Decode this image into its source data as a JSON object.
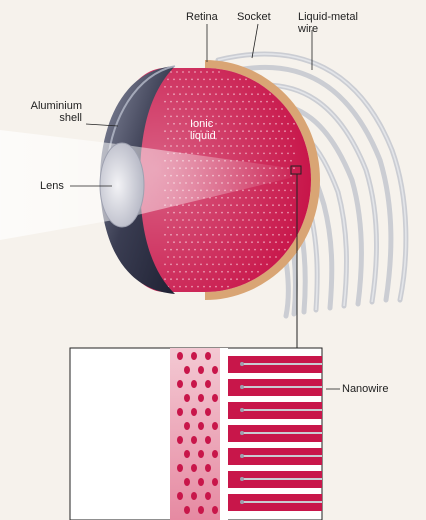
{
  "labels": {
    "retina": "Retina",
    "socket": "Socket",
    "liquid_metal_wire": "Liquid-metal wire",
    "aluminium_shell": "Aluminium shell",
    "ionic_liquid": "Ionic liquid",
    "lens": "Lens",
    "nanowire": "Nanowire"
  },
  "colors": {
    "background": "#f6f2ec",
    "ionic_liquid": "#c8164a",
    "shell_dark": "#2e3044",
    "socket": "#d9a574",
    "wire": "#c9ccd2",
    "inset_background": "#ffffff"
  }
}
